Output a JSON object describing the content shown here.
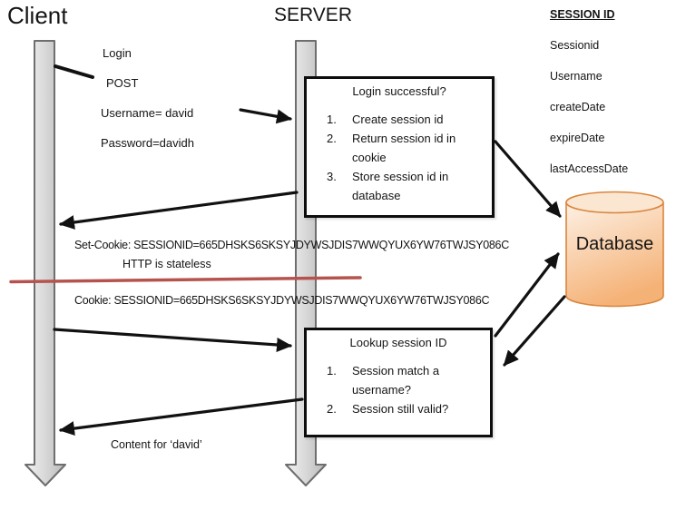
{
  "client_label": "Client",
  "server_label": "SERVER",
  "session_panel": {
    "title": "SESSION ID",
    "fields": [
      "Sessionid",
      "Username",
      "createDate",
      "expireDate",
      "lastAccessDate"
    ]
  },
  "login_annotations": {
    "login": "Login",
    "post": "POST",
    "username": "Username= david",
    "password": "Password=davidh"
  },
  "login_box": {
    "title": "Login successful?",
    "items": [
      {
        "n": "1.",
        "text": "Create session id"
      },
      {
        "n": "2.",
        "text": "Return session id in cookie"
      },
      {
        "n": "3.",
        "text": "Store session id in database"
      }
    ]
  },
  "lookup_box": {
    "title": "Lookup session ID",
    "items": [
      {
        "n": "1.",
        "text": "Session match a username?"
      },
      {
        "n": "2.",
        "text": "Session still valid?"
      }
    ]
  },
  "messages": {
    "set_cookie": "Set-Cookie: SESSIONID=665DHSKS6SKSYJDYWSJDIS7WWQYUX6YW76TWJSY086C",
    "stateless": "HTTP is stateless",
    "cookie": "Cookie: SESSIONID=665DHSKS6SKSYJDYWSJDIS7WWQYUX6YW76TWJSY086C",
    "content": "Content for ‘david’"
  },
  "database_label": "Database",
  "colors": {
    "arrow": "#111111",
    "stateless_strike": "#b5544e",
    "lifeline_fill_light": "#f2f2f2",
    "lifeline_fill_dark": "#b9b9b9",
    "lifeline_border": "#6e6e6e",
    "db_fill_light": "#fdf1e5",
    "db_fill_dark": "#f5b277",
    "db_border": "#d9853d"
  }
}
